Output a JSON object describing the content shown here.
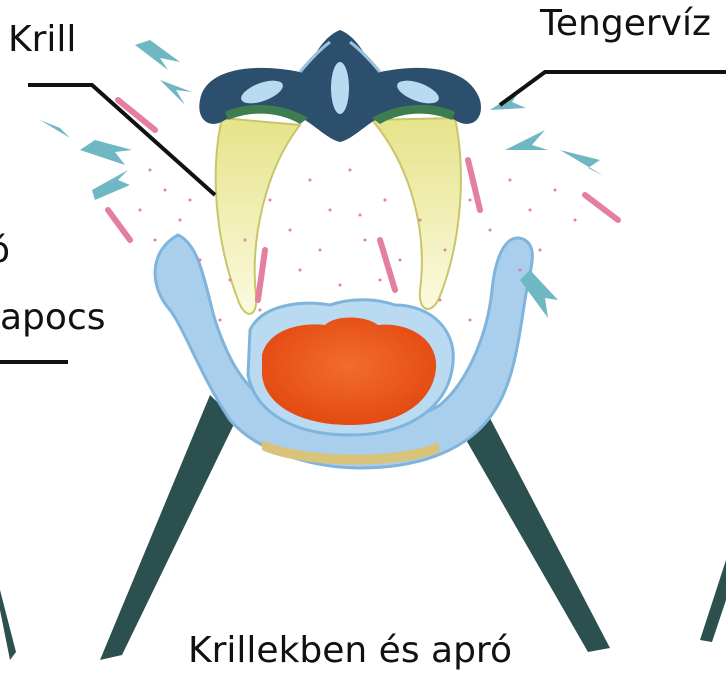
{
  "labels": {
    "krill": "Krill",
    "seawater": "Tengervíz",
    "left_partial": "ó",
    "apocs": "apocs",
    "caption": "Krillekben és apró"
  },
  "colors": {
    "skull_dark": "#2d5b7a",
    "jaw_blue": "#a9cfec",
    "tongue_orange": "#ef5a1a",
    "baleen_yellow": "#f5f0a6",
    "krill_pink": "#e47f9d",
    "arrow_teal": "#6fb7c2",
    "baleen_dark": "#2a4f4a"
  }
}
